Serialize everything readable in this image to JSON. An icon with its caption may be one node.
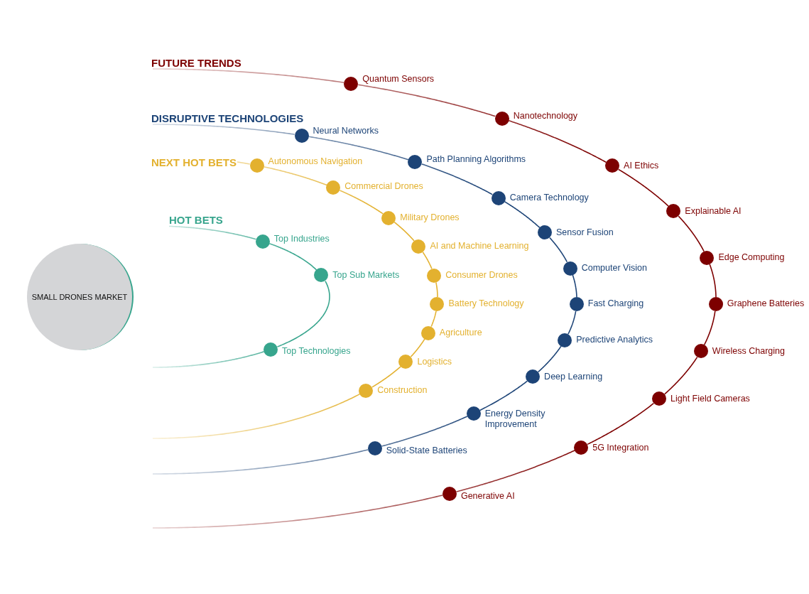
{
  "diagram": {
    "nodes": [
      {
        "text": [
          "SMALL DRONES MARKET"
        ]
      },
      {
        "text": [
          "HOT BETS"
        ]
      },
      {
        "text": [],
        "shape": "circle",
        "beside": [
          "Top Industries"
        ]
      },
      {
        "text": [],
        "shape": "circle",
        "beside": [
          "Top Sub Markets"
        ]
      },
      {
        "text": [],
        "shape": "circle",
        "beside": [
          "Top Technologies"
        ]
      },
      {
        "text": [
          "NEXT HOT BETS"
        ]
      },
      {
        "text": [],
        "shape": "circle",
        "beside": [
          "Autonomous Navigation"
        ]
      },
      {
        "text": [],
        "shape": "circle",
        "beside": [
          "Commercial Drones"
        ]
      },
      {
        "text": [],
        "shape": "circle",
        "beside": [
          "Military Drones"
        ]
      },
      {
        "text": [],
        "shape": "circle",
        "beside": [
          "AI and Machine Learning"
        ]
      },
      {
        "text": [],
        "shape": "circle",
        "beside": [
          "Consumer Drones"
        ]
      },
      {
        "text": [],
        "shape": "circle",
        "beside": [
          "Battery Technology"
        ]
      },
      {
        "text": [],
        "shape": "circle",
        "beside": [
          "Agriculture"
        ]
      },
      {
        "text": [],
        "shape": "circle",
        "beside": [
          "Logistics"
        ]
      },
      {
        "text": [],
        "shape": "circle",
        "beside": [
          "Construction"
        ]
      },
      {
        "text": [
          "DISRUPTIVE TECHNOLOGIES"
        ]
      },
      {
        "text": [],
        "shape": "circle",
        "beside": [
          "Neural Networks"
        ]
      },
      {
        "text": [],
        "shape": "circle",
        "beside": [
          "Path Planning Algorithms"
        ]
      },
      {
        "text": [],
        "shape": "circle",
        "beside": [
          "Camera Technology"
        ]
      },
      {
        "text": [],
        "shape": "circle",
        "beside": [
          "Sensor Fusion"
        ]
      },
      {
        "text": [],
        "shape": "circle",
        "beside": [
          "Computer Vision"
        ]
      },
      {
        "text": [],
        "shape": "circle",
        "beside": [
          "Fast Charging"
        ]
      },
      {
        "text": [],
        "shape": "circle",
        "beside": [
          "Predictive Analytics"
        ]
      },
      {
        "text": [],
        "shape": "circle",
        "beside": [
          "Deep Learning"
        ]
      },
      {
        "text": [],
        "shape": "circle",
        "beside": [
          "Energy Density Improvement"
        ]
      },
      {
        "text": [],
        "shape": "circle",
        "beside": [
          "Solid-State Batteries"
        ]
      },
      {
        "text": [
          "FUTURE TRENDS"
        ]
      },
      {
        "text": [],
        "shape": "circle",
        "beside": [
          "Quantum Sensors"
        ]
      },
      {
        "text": [],
        "shape": "circle",
        "beside": [
          "Nanotechnology"
        ]
      },
      {
        "text": [],
        "shape": "circle",
        "beside": [
          "AI Ethics"
        ]
      },
      {
        "text": [],
        "shape": "circle",
        "beside": [
          "Explainable AI"
        ]
      },
      {
        "text": [],
        "shape": "circle",
        "beside": [
          "Edge Computing"
        ]
      },
      {
        "text": [],
        "shape": "circle",
        "beside": [
          "Graphene Batteries"
        ]
      },
      {
        "text": [],
        "shape": "circle",
        "beside": [
          "Wireless Charging"
        ]
      },
      {
        "text": [],
        "shape": "circle",
        "beside": [
          "Light Field Cameras"
        ]
      },
      {
        "text": [],
        "shape": "circle",
        "beside": [
          "5G Integration"
        ]
      },
      {
        "text": [],
        "shape": "circle",
        "beside": [
          "Generative AI"
        ]
      }
    ],
    "edges": [
      {
        "from": 1,
        "to": 2,
        "arrow": "none",
        "color": "#37a58d"
      },
      {
        "from": 2,
        "to": 3,
        "arrow": "none",
        "color": "#37a58d"
      },
      {
        "from": 3,
        "to": 4,
        "arrow": "none",
        "color": "#37a58d"
      },
      {
        "from": 4,
        "to": null,
        "arrow": "none",
        "color": "#37a58d"
      },
      {
        "from": 5,
        "to": 6,
        "arrow": "none",
        "color": "#e3b12f"
      },
      {
        "from": 6,
        "to": 7,
        "arrow": "none",
        "color": "#e3b12f"
      },
      {
        "from": 7,
        "to": 8,
        "arrow": "none",
        "color": "#e3b12f"
      },
      {
        "from": 8,
        "to": 9,
        "arrow": "none",
        "color": "#e3b12f"
      },
      {
        "from": 9,
        "to": 10,
        "arrow": "none",
        "color": "#e3b12f"
      },
      {
        "from": 10,
        "to": 11,
        "arrow": "none",
        "color": "#e3b12f"
      },
      {
        "from": 11,
        "to": 12,
        "arrow": "none",
        "color": "#e3b12f"
      },
      {
        "from": 12,
        "to": 13,
        "arrow": "none",
        "color": "#e3b12f"
      },
      {
        "from": 13,
        "to": 14,
        "arrow": "none",
        "color": "#e3b12f"
      },
      {
        "from": 14,
        "to": null,
        "arrow": "none",
        "color": "#e3b12f"
      },
      {
        "from": 15,
        "to": 16,
        "arrow": "none",
        "color": "#1d4477"
      },
      {
        "from": 16,
        "to": 17,
        "arrow": "none",
        "color": "#1d4477"
      },
      {
        "from": 17,
        "to": 18,
        "arrow": "none",
        "color": "#1d4477"
      },
      {
        "from": 18,
        "to": 19,
        "arrow": "none",
        "color": "#1d4477"
      },
      {
        "from": 19,
        "to": 20,
        "arrow": "none",
        "color": "#1d4477"
      },
      {
        "from": 20,
        "to": 21,
        "arrow": "none",
        "color": "#1d4477"
      },
      {
        "from": 21,
        "to": 22,
        "arrow": "none",
        "color": "#1d4477"
      },
      {
        "from": 22,
        "to": 23,
        "arrow": "none",
        "color": "#1d4477"
      },
      {
        "from": 23,
        "to": 24,
        "arrow": "none",
        "color": "#1d4477"
      },
      {
        "from": 24,
        "to": 25,
        "arrow": "none",
        "color": "#1d4477"
      },
      {
        "from": 25,
        "to": null,
        "arrow": "none",
        "color": "#1d4477"
      },
      {
        "from": 26,
        "to": 27,
        "arrow": "none",
        "color": "#7d0000"
      },
      {
        "from": 27,
        "to": 28,
        "arrow": "none",
        "color": "#7d0000"
      },
      {
        "from": 28,
        "to": 29,
        "arrow": "none",
        "color": "#7d0000"
      },
      {
        "from": 29,
        "to": 30,
        "arrow": "none",
        "color": "#7d0000"
      },
      {
        "from": 30,
        "to": 31,
        "arrow": "none",
        "color": "#7d0000"
      },
      {
        "from": 31,
        "to": 32,
        "arrow": "none",
        "color": "#7d0000"
      },
      {
        "from": 32,
        "to": 33,
        "arrow": "none",
        "color": "#7d0000"
      },
      {
        "from": 33,
        "to": 34,
        "arrow": "none",
        "color": "#7d0000"
      },
      {
        "from": 34,
        "to": 35,
        "arrow": "none",
        "color": "#7d0000"
      },
      {
        "from": 35,
        "to": 36,
        "arrow": "none",
        "color": "#7d0000"
      },
      {
        "from": 36,
        "to": null,
        "arrow": "none",
        "color": "#7d0000"
      }
    ]
  }
}
